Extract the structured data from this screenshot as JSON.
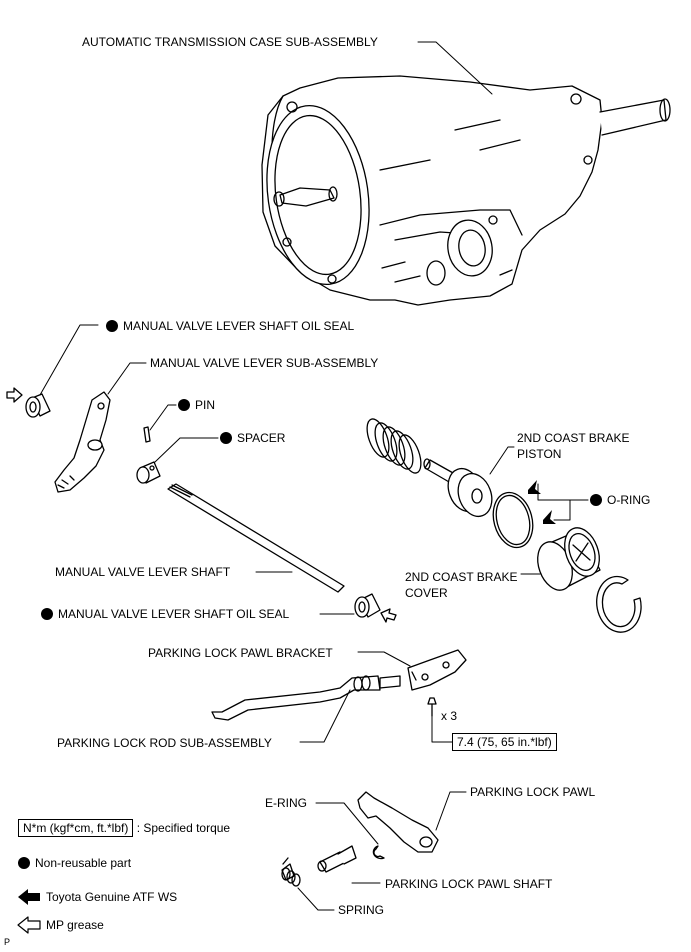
{
  "labels": {
    "case": "AUTOMATIC TRANSMISSION CASE SUB-ASSEMBLY",
    "oil_seal_top": "MANUAL VALVE LEVER SHAFT OIL SEAL",
    "lever_sub": "MANUAL VALVE LEVER SUB-ASSEMBLY",
    "pin": "PIN",
    "spacer": "SPACER",
    "piston_line1": "2ND COAST BRAKE",
    "piston_line2": "PISTON",
    "o_ring": "O-RING",
    "lever_shaft": "MANUAL VALVE LEVER SHAFT",
    "cover_line1": "2ND COAST BRAKE",
    "cover_line2": "COVER",
    "oil_seal_bottom": "MANUAL VALVE LEVER SHAFT OIL SEAL",
    "pawl_bracket": "PARKING LOCK PAWL BRACKET",
    "bolt_qty": "x 3",
    "torque_value": "7.4 (75, 65 in.*lbf)",
    "rod_sub": "PARKING LOCK ROD SUB-ASSEMBLY",
    "e_ring": "E-RING",
    "pawl": "PARKING LOCK PAWL",
    "pawl_shaft": "PARKING LOCK PAWL SHAFT",
    "spring": "SPRING"
  },
  "legend": {
    "torque_unit": "N*m (kgf*cm, ft.*lbf)",
    "torque_desc": ": Specified torque",
    "non_reusable": "Non-reusable part",
    "atf": "Toyota Genuine ATF WS",
    "grease": "MP grease"
  },
  "footer": "P"
}
